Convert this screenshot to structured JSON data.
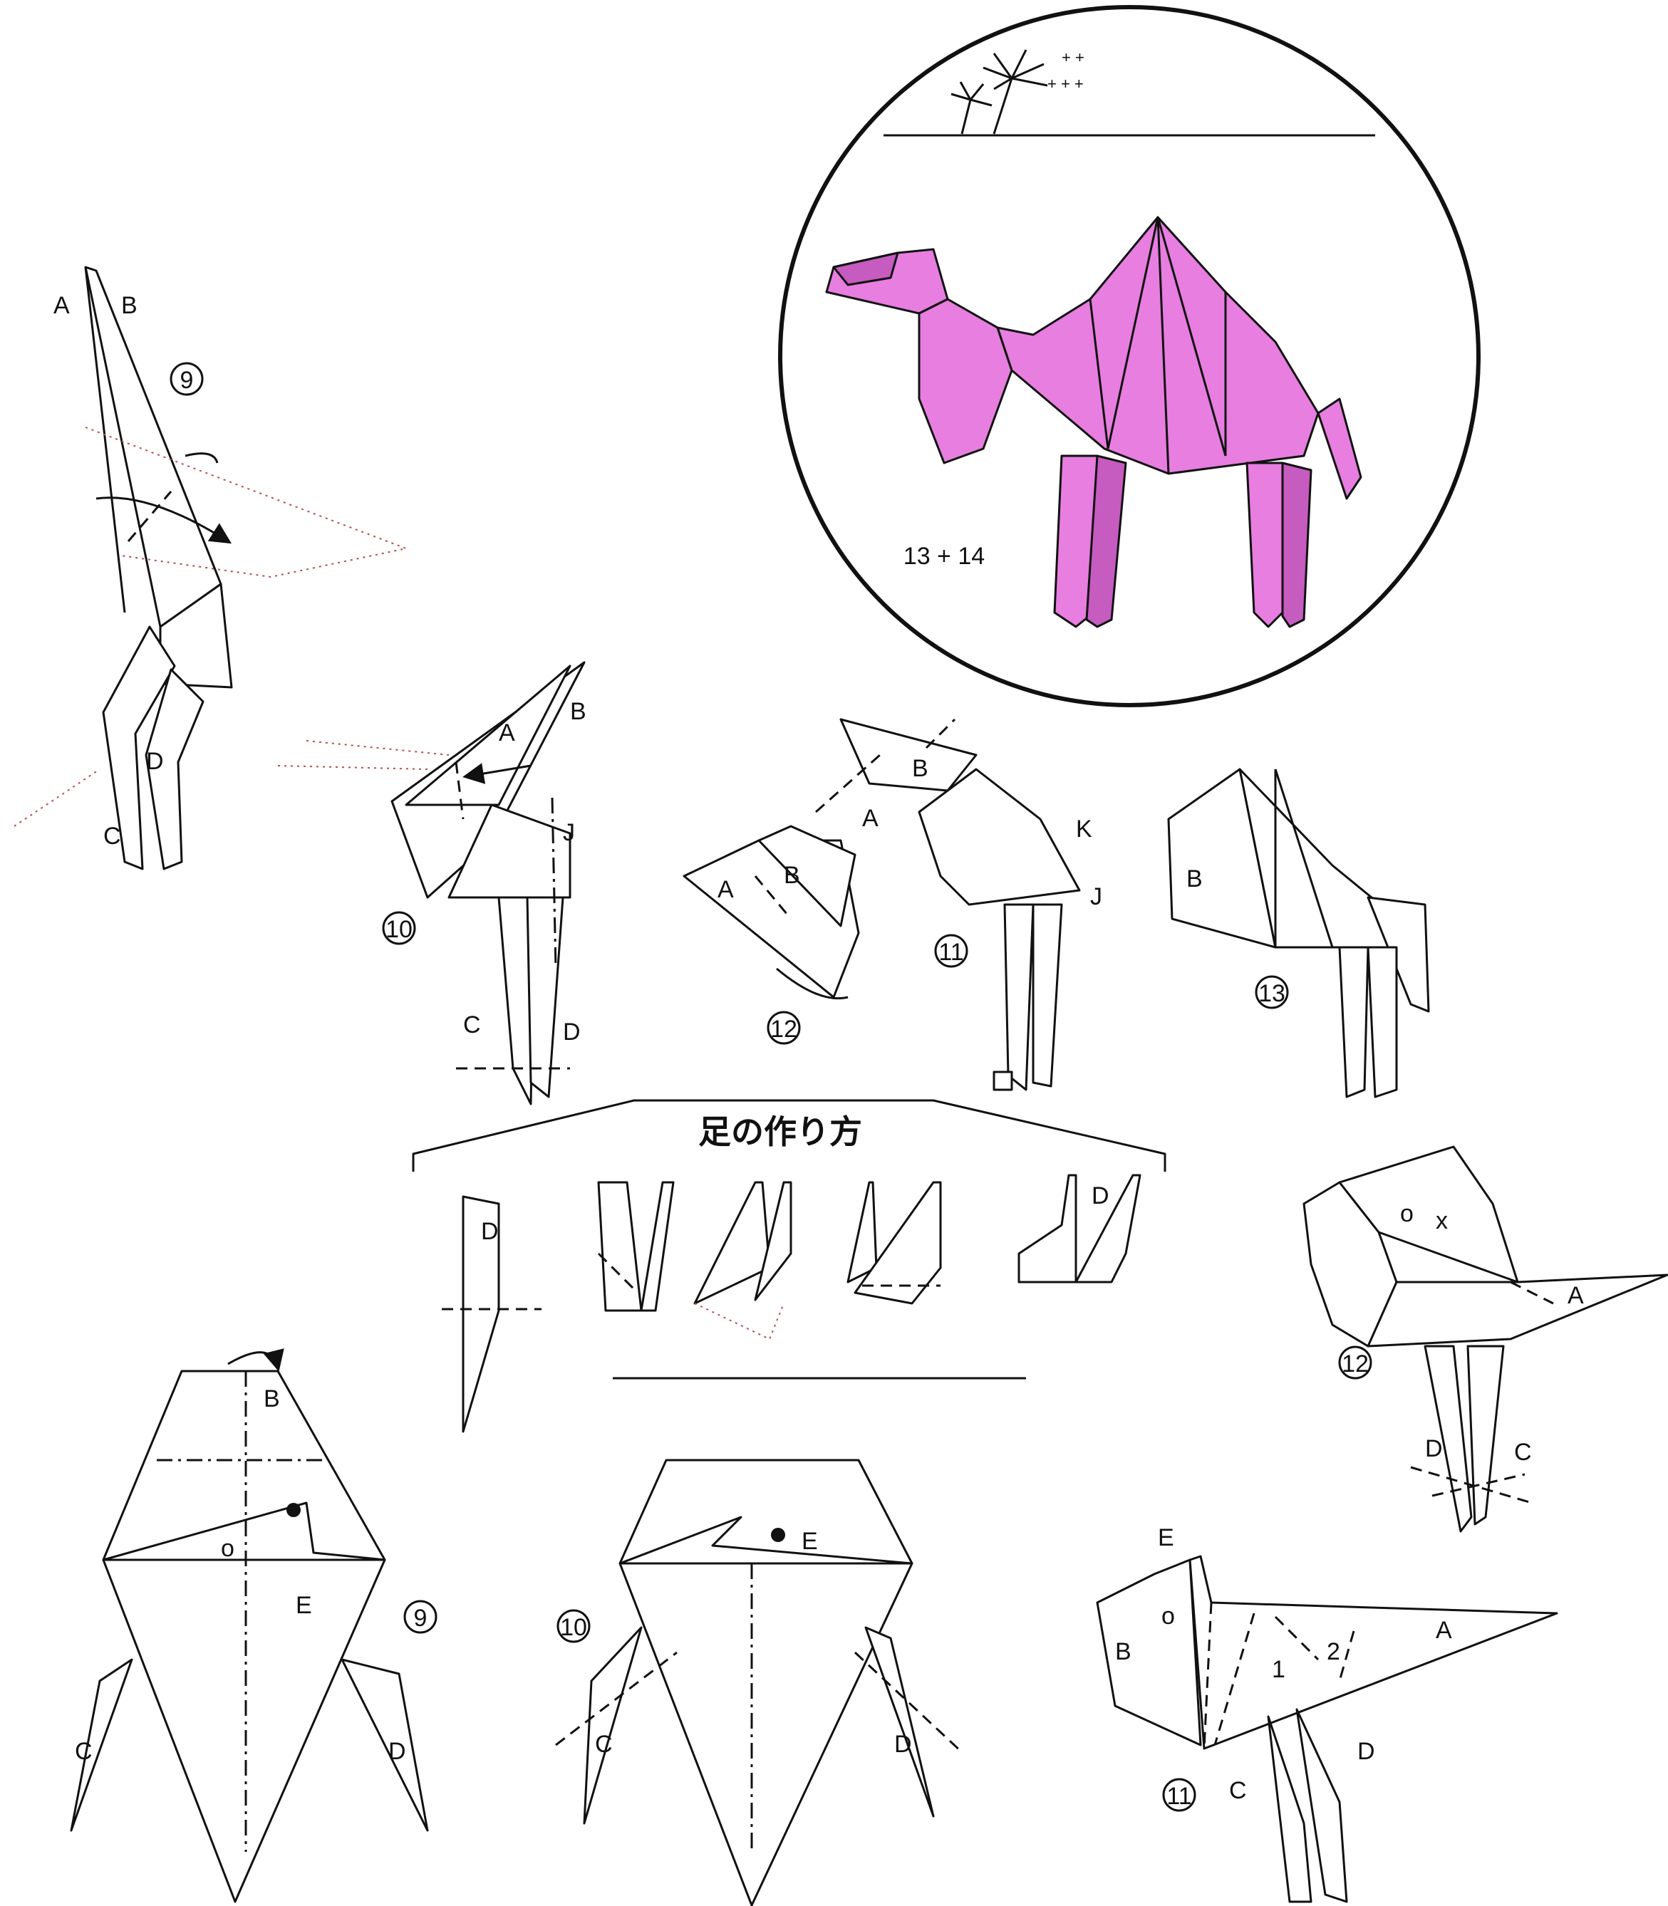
{
  "title": "足の作り方",
  "colors": {
    "paper": "#e77ee0",
    "paper_shade": "#c65bc0",
    "ink": "#111111"
  },
  "step_numbers": {
    "top_9": "9",
    "top_10": "10",
    "top_11": "11",
    "top_12_small": "12",
    "top_13": "13",
    "right_12": "12",
    "bottom_9": "9",
    "bottom_10": "10",
    "bottom_11": "11",
    "finished": "13 + 14"
  },
  "labels": {
    "top9": {
      "a": "A",
      "b": "B",
      "c": "C",
      "d": "D"
    },
    "top10": {
      "a": "A",
      "b": "B",
      "c": "C",
      "d": "D",
      "j": "J"
    },
    "top12": {
      "a": "A",
      "b": "B"
    },
    "top11": {
      "a": "A",
      "b": "B",
      "k": "K",
      "j": "J"
    },
    "top13": {
      "b": "B"
    },
    "legs": {
      "d1": "D",
      "d2": "D"
    },
    "right12": {
      "o": "o",
      "x": "x",
      "a": "A",
      "c": "C",
      "d": "D"
    },
    "bottom9": {
      "b": "B",
      "o": "o",
      "e": "E",
      "c": "C",
      "d": "D"
    },
    "bottom10": {
      "e": "E",
      "c": "C",
      "d": "D"
    },
    "bottom11": {
      "e": "E",
      "b": "B",
      "o": "o",
      "one": "1",
      "two": "2",
      "a": "A",
      "c": "C",
      "d": "D"
    }
  }
}
